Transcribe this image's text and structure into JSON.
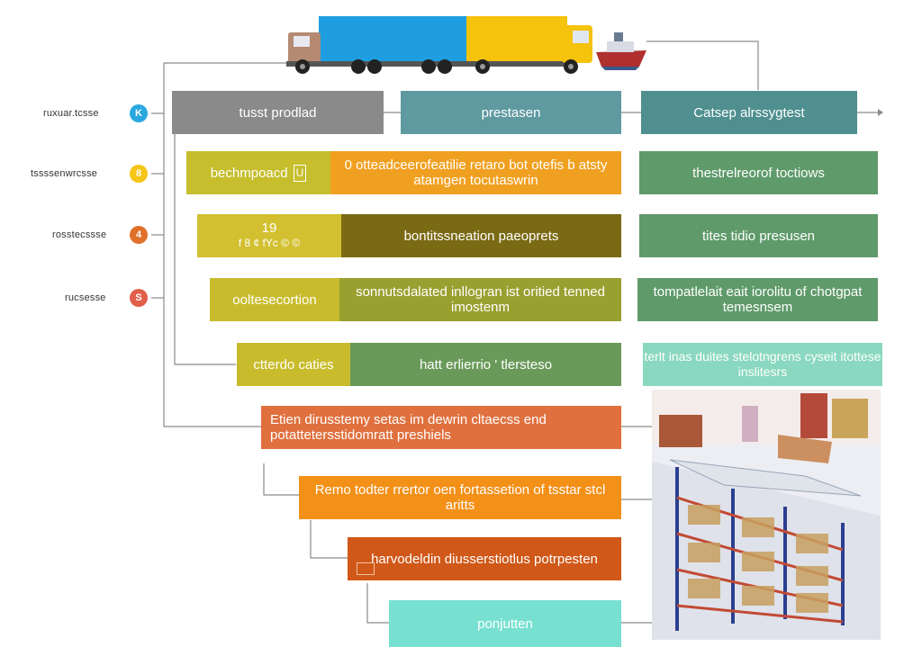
{
  "left_labels": [
    {
      "text": "ruxuar.tcsse",
      "badge": "K",
      "color": "#2aa8e0"
    },
    {
      "text": "tssssenwrcsse",
      "badge": "8",
      "color": "#f5c518"
    },
    {
      "text": "rosstecssse",
      "badge": "4",
      "color": "#e0702a"
    },
    {
      "text": "rucsesse",
      "badge": "S",
      "color": "#e0604a"
    }
  ],
  "top_row": [
    {
      "text": "tusst prodlad",
      "color": "#8a8a8a"
    },
    {
      "text": "prestasen",
      "color": "#5f9aa0"
    },
    {
      "text": "Catsep alrssygtest",
      "color": "#4f8f8f"
    }
  ],
  "row2": {
    "left": "bechmpoacd",
    "left_icon": "U",
    "middle": "0 otteadceerofeatilie retaro bot otefis b atsty atamgen tocutaswrin",
    "right": "thestrelreorof toctiows"
  },
  "row3": {
    "left_top": "19",
    "left_bottom": "f 8 ¢ fYc © ©",
    "middle": "bontitssneation paeoprets",
    "right": "tites tidio presusen"
  },
  "row4": {
    "left": "ooltesecortion",
    "middle": "sonnutsdalated inllogran ist oritied tenned imostenm",
    "right": "tompatlelait eait iorolitu of chotgpat temesnsem"
  },
  "row5": {
    "left": "ctterdo caties",
    "middle": "hatt erlierrio ' tlersteso",
    "right": "terlt inas duites stelotngrens cyseit itottese inslitesrs"
  },
  "lower_boxes": [
    {
      "text": "Etien dirusstemy setas im dewrin cltaecss end potattetersstidomratt preshiels"
    },
    {
      "text": "Remo todter rrertor oen fortassetion of tsstar stcl aritts"
    },
    {
      "text": "harvodeldin diusserstiotlus potrpesten"
    },
    {
      "text": "ponjutten"
    }
  ],
  "colors": {
    "row2_left": "#c6be2c",
    "row2_mid": "#f0a020",
    "row2_right": "#5f9a6a",
    "row3_left": "#d2c030",
    "row3_mid": "#7a6a14",
    "row3_right": "#5f9a6a",
    "row4_left": "#c8bc2c",
    "row4_mid": "#9aa030",
    "row4_right": "#5f9a6a",
    "row5_left": "#c8bc2c",
    "row5_mid": "#6a9a5a",
    "row5_right": "#8ad8c0",
    "lower1": "#e0703e",
    "lower2": "#f39018",
    "lower3": "#d05818",
    "lower4": "#78e0d0",
    "lines": "#8a8a8a"
  },
  "illustrations": {
    "truck": "truck-icon",
    "ship": "ship-icon",
    "warehouse": "warehouse-illustration"
  }
}
